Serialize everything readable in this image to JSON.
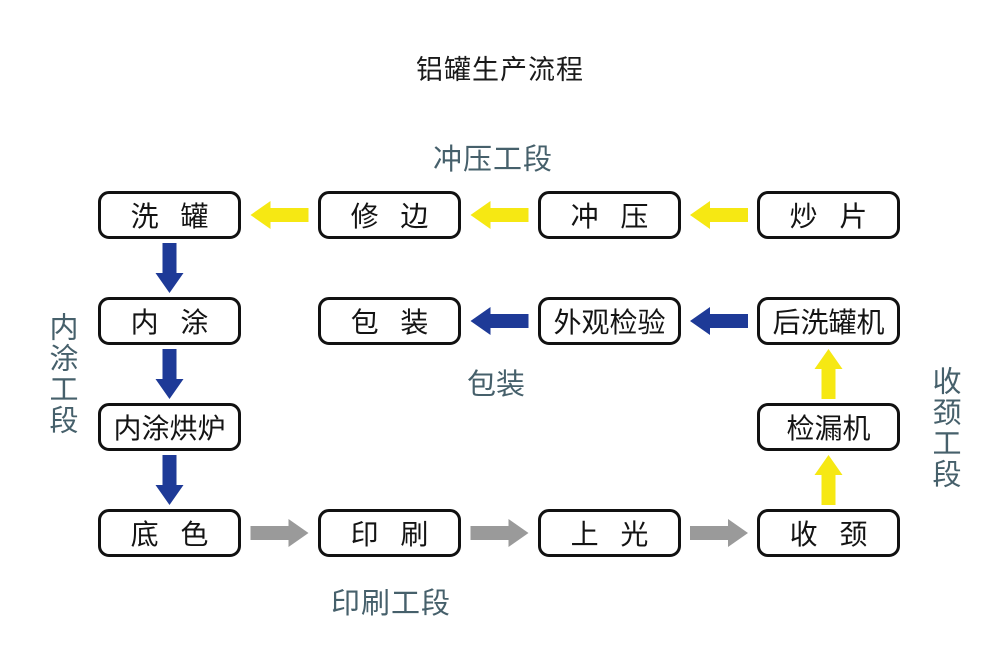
{
  "title": "铝罐生产流程",
  "sections": {
    "stamping": "冲压工段",
    "inner_coating": "内涂工段",
    "packing": "包装",
    "printing": "印刷工段",
    "necking": "收颈工段"
  },
  "colors": {
    "arrow_yellow": "#F6E813",
    "arrow_blue": "#1E3A97",
    "arrow_gray": "#9A9A9A",
    "section_label": "#46606B",
    "box_border": "#111111",
    "title_text": "#1A1A1A"
  },
  "flow": {
    "nodes": [
      {
        "id": "wash-can",
        "label": "洗 罐",
        "col": 0,
        "row": 0
      },
      {
        "id": "trim-edge",
        "label": "修 边",
        "col": 1,
        "row": 0
      },
      {
        "id": "stamping",
        "label": "冲 压",
        "col": 2,
        "row": 0
      },
      {
        "id": "sheet-fry",
        "label": "炒 片",
        "col": 3,
        "row": 0
      },
      {
        "id": "inner-coating",
        "label": "内 涂",
        "col": 0,
        "row": 1
      },
      {
        "id": "packing",
        "label": "包 装",
        "col": 1,
        "row": 1
      },
      {
        "id": "visual-inspection",
        "label": "外观检验",
        "col": 2,
        "row": 1
      },
      {
        "id": "post-washer",
        "label": "后洗罐机",
        "col": 3,
        "row": 1
      },
      {
        "id": "coating-oven",
        "label": "内涂烘炉",
        "col": 0,
        "row": 2
      },
      {
        "id": "leak-tester",
        "label": "检漏机",
        "col": 3,
        "row": 2
      },
      {
        "id": "base-coat",
        "label": "底 色",
        "col": 0,
        "row": 3
      },
      {
        "id": "printing",
        "label": "印 刷",
        "col": 1,
        "row": 3
      },
      {
        "id": "varnishing",
        "label": "上 光",
        "col": 2,
        "row": 3
      },
      {
        "id": "necking",
        "label": "收 颈",
        "col": 3,
        "row": 3
      }
    ],
    "arrows": [
      {
        "from": "sheet-fry",
        "to": "stamping",
        "dir": "left",
        "color": "arrow_yellow"
      },
      {
        "from": "stamping",
        "to": "trim-edge",
        "dir": "left",
        "color": "arrow_yellow"
      },
      {
        "from": "trim-edge",
        "to": "wash-can",
        "dir": "left",
        "color": "arrow_yellow"
      },
      {
        "from": "wash-can",
        "to": "inner-coating",
        "dir": "down",
        "color": "arrow_blue"
      },
      {
        "from": "inner-coating",
        "to": "coating-oven",
        "dir": "down",
        "color": "arrow_blue"
      },
      {
        "from": "coating-oven",
        "to": "base-coat",
        "dir": "down",
        "color": "arrow_blue"
      },
      {
        "from": "base-coat",
        "to": "printing",
        "dir": "right",
        "color": "arrow_gray"
      },
      {
        "from": "printing",
        "to": "varnishing",
        "dir": "right",
        "color": "arrow_gray"
      },
      {
        "from": "varnishing",
        "to": "necking",
        "dir": "right",
        "color": "arrow_gray"
      },
      {
        "from": "necking",
        "to": "leak-tester",
        "dir": "up",
        "color": "arrow_yellow"
      },
      {
        "from": "leak-tester",
        "to": "post-washer",
        "dir": "up",
        "color": "arrow_yellow"
      },
      {
        "from": "post-washer",
        "to": "visual-inspection",
        "dir": "left",
        "color": "arrow_blue"
      },
      {
        "from": "visual-inspection",
        "to": "packing",
        "dir": "left",
        "color": "arrow_blue"
      }
    ]
  }
}
